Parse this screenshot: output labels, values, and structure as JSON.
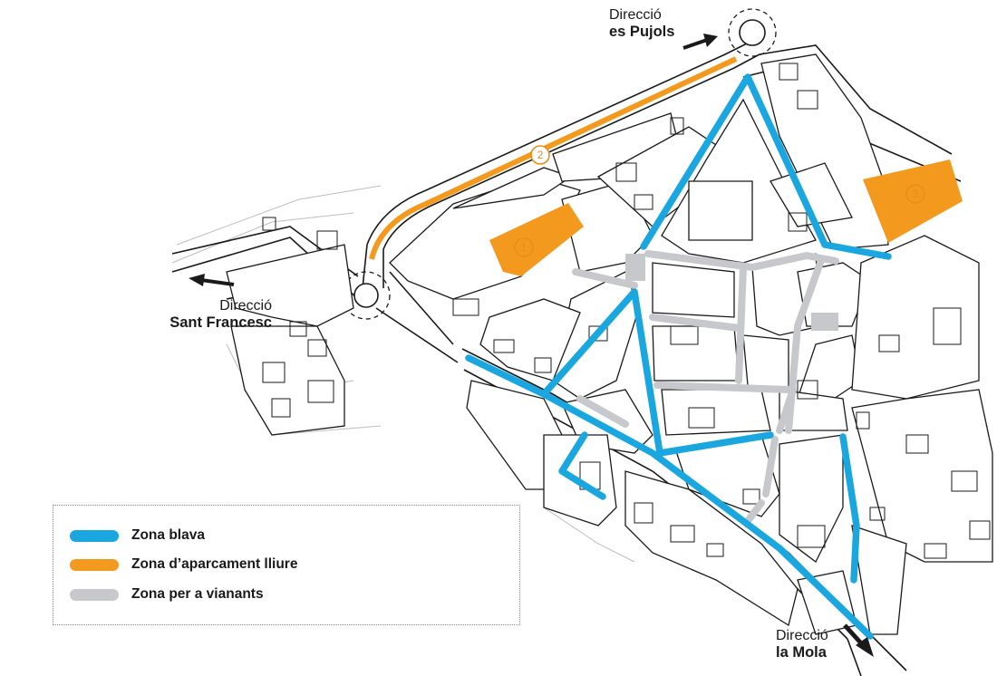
{
  "colors": {
    "zona_blava": "#1aa7e0",
    "zona_aparcament": "#f39a1e",
    "zona_vianants": "#c6c8cc",
    "road_outline": "#1a1a1a",
    "block_fill": "#ffffff",
    "arrow": "#1a1a1a"
  },
  "directions": {
    "pujols": {
      "prefix": "Direcció",
      "name": "es Pujols"
    },
    "sant_francesc": {
      "prefix": "Direcció",
      "name": "Sant Francesc"
    },
    "la_mola": {
      "prefix": "Direcció",
      "name": "la Mola"
    }
  },
  "parking_zones": [
    {
      "number": "1"
    },
    {
      "number": "2"
    },
    {
      "number": "3"
    }
  ],
  "legend": {
    "items": [
      {
        "label": "Zona blava",
        "color": "#1aa7e0"
      },
      {
        "label": "Zona d’aparcament lliure",
        "color": "#f39a1e"
      },
      {
        "label": "Zona per a vianants",
        "color": "#c6c8cc"
      }
    ]
  }
}
